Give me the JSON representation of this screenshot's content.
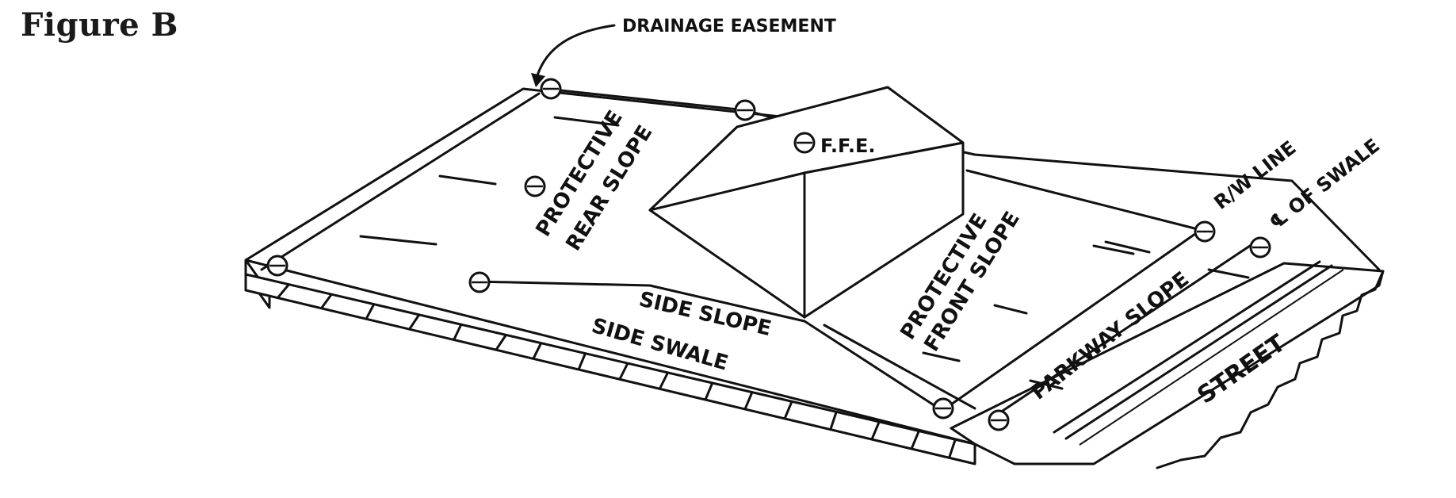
{
  "figure": {
    "title": "Figure B"
  },
  "labels": {
    "drainage_easement": "DRAINAGE EASEMENT",
    "ffe": "F.F.E.",
    "rw_line": "R/W LINE",
    "cl_of_swale": "℄ OF SWALE",
    "protective_rear_slope_1": "PROTECTIVE",
    "protective_rear_slope_2": "REAR SLOPE",
    "protective_front_slope_1": "PROTECTIVE",
    "protective_front_slope_2": "FRONT SLOPE",
    "side_slope": "SIDE SLOPE",
    "side_swale": "SIDE SWALE",
    "parkway_slope": "PARKWAY SLOPE",
    "street": "STREET"
  }
}
